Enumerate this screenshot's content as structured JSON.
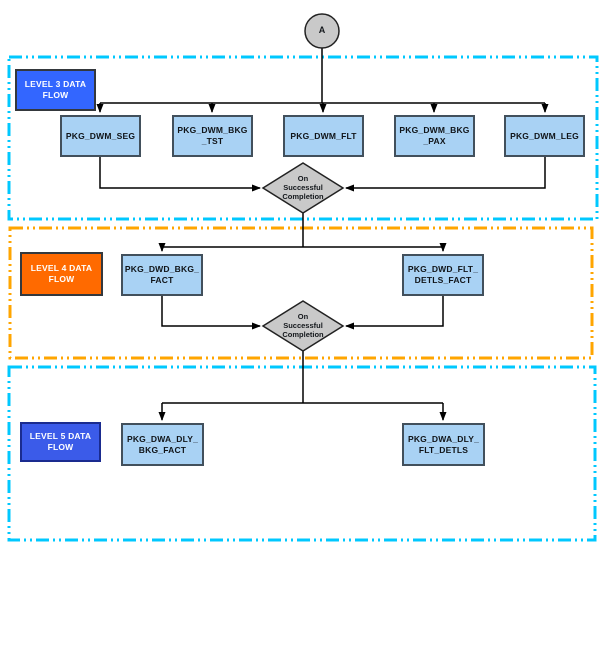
{
  "palette": {
    "cyan_border": "#00C8FF",
    "orange_border": "#FFA500",
    "level3_blue": "#3366FF",
    "level4_orange": "#FF6A00",
    "level5_blue": "#3B5BE9",
    "node_fill": "#A9D2F4",
    "shape_gray": "#C9C9C9",
    "line_color": "#000000"
  },
  "connector": {
    "label": "A"
  },
  "levels": {
    "level3": {
      "line1": "LEVEL 3 DATA",
      "line2": "FLOW"
    },
    "level4": {
      "line1": "LEVEL 4 DATA",
      "line2": "FLOW"
    },
    "level5": {
      "line1": "LEVEL 5 DATA",
      "line2": "FLOW"
    }
  },
  "nodes": {
    "pkg_dwm_seg": {
      "line1": "PKG_DWM_SEG"
    },
    "pkg_dwm_bkg_tst": {
      "line1": "PKG_DWM_BKG",
      "line2": "_TST"
    },
    "pkg_dwm_flt": {
      "line1": "PKG_DWM_FLT"
    },
    "pkg_dwm_bkg_pax": {
      "line1": "PKG_DWM_BKG",
      "line2": "_PAX"
    },
    "pkg_dwm_leg": {
      "line1": "PKG_DWM_LEG"
    },
    "pkg_dwd_bkg_fact": {
      "line1": "PKG_DWD_BKG_",
      "line2": "FACT"
    },
    "pkg_dwd_flt_detls_fact": {
      "line1": "PKG_DWD_FLT_",
      "line2": "DETLS_FACT"
    },
    "pkg_dwa_dly_bkg_fact": {
      "line1": "PKG_DWA_DLY_",
      "line2": "BKG_FACT"
    },
    "pkg_dwa_dly_flt_detls": {
      "line1": "PKG_DWA_DLY_",
      "line2": "FLT_DETLS"
    }
  },
  "decisions": {
    "d1": {
      "line1": "On",
      "line2": "Successful",
      "line3": "Completion"
    },
    "d2": {
      "line1": "On",
      "line2": "Successful",
      "line3": "Completion"
    }
  }
}
